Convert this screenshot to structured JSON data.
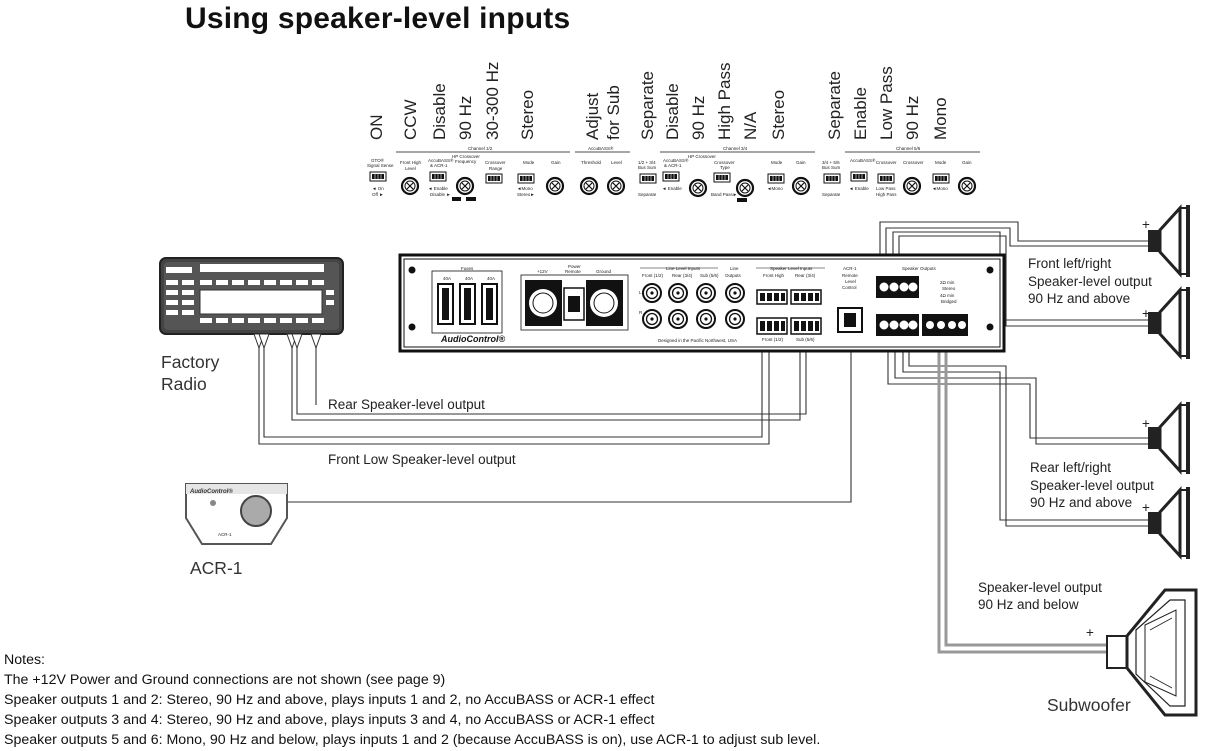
{
  "title": "Using speaker-level inputs",
  "settings": [
    "ON",
    "CCW",
    "Disable",
    "90 Hz",
    "30-300 Hz",
    "Stereo",
    "Adjust",
    "for Sub",
    "Separate",
    "Disable",
    "90 Hz",
    "High Pass",
    "N/A",
    "Stereo",
    "Separate",
    "Enable",
    "Low Pass",
    "90 Hz",
    "Mono"
  ],
  "panel": {
    "channel12": "Channel 1/2",
    "accubass": "AccuBASS®",
    "channel34": "Channel 3/4",
    "channel56": "Channel 5/6",
    "gto": "GTO®",
    "signal_sense": "Signal Sense",
    "on": "◄ On",
    "off": "Off ►",
    "front_high_level": "Front High",
    "level": "Level",
    "accubass_acr": "AccuBASS®",
    "acr1": "& ACR-1",
    "enable_disable": "◄ Enable",
    "disable": "Disable ►",
    "hp_cross": "HP Crossover",
    "frequency": "Frequency",
    "crossover": "Crossover",
    "range": "Range",
    "mode": "Mode",
    "gain": "Gain",
    "mono_stereo": "◄Mono",
    "stereo": "Stereo►",
    "threshold": "Threshold",
    "sum": "1/2 + 3/4",
    "bus_sum": "Bus Sum",
    "sum56": "3/4 + 5/6",
    "separate": "Separate",
    "high_pass": "High Pass",
    "cross_type": "Crossover",
    "type": "Type",
    "low_pass": "Low Pass",
    "band_pass": "Band Pass►"
  },
  "amp": {
    "fuses": "Fuses",
    "fuse1": "40A",
    "fuse2": "40A",
    "fuse3": "40A",
    "plus12": "+12V",
    "power": "Power",
    "remote": "Remote",
    "ground": "Ground",
    "line_inputs": "Line Level Inputs",
    "front12": "Front (1/2)",
    "rear34": "Rear (3/4)",
    "sub56": "Sub (5/6)",
    "line": "Line",
    "outputs": "Outputs",
    "speaker_inputs": "Speaker Level Inputs",
    "front_high": "Front High",
    "rear34b": "Rear (3/4)",
    "front_low": "Front (1/2)",
    "sub56b": "Sub (5/6)",
    "acr": "ACR-1",
    "remote_level": "Remote",
    "level2": "Level",
    "control": "Control",
    "speaker_outputs": "Speaker Outputs",
    "bridged_mode": "2Ω min",
    "stereo_lbl": "Stereo",
    "bridged": "4Ω min",
    "bridged2": "Bridged",
    "brand": "AudioControl®",
    "designed": "Designed in the Pacific Northwest, USA",
    "L": "L",
    "R": "R"
  },
  "labels": {
    "factory_radio_1": "Factory",
    "factory_radio_2": "Radio",
    "rear_output": "Rear Speaker-level output",
    "front_low_output": "Front Low Speaker-level output",
    "acr": "ACR-1",
    "acr_brand": "AudioControl®",
    "acr_model": "ACR-1",
    "front_lr_1": "Front left/right",
    "front_lr_2": "Speaker-level output",
    "front_lr_3": "90 Hz and above",
    "rear_lr_1": "Rear left/right",
    "rear_lr_2": "Speaker-level output",
    "rear_lr_3": "90 Hz and above",
    "sub_out_1": "Speaker-level output",
    "sub_out_2": "90 Hz and below",
    "subwoofer": "Subwoofer",
    "plus": "+"
  },
  "notes": {
    "heading": "Notes:",
    "lines": [
      "The +12V Power and Ground connections are not shown (see page 9)",
      "Speaker outputs 1 and 2: Stereo, 90 Hz and above, plays inputs 1 and 2, no AccuBASS or ACR-1 effect",
      "Speaker outputs 3 and 4: Stereo, 90 Hz and above, plays inputs 3 and 4, no AccuBASS or ACR-1 effect",
      "Speaker outputs 5 and 6: Mono, 90 Hz and below, plays inputs 1 and 2 (because AccuBASS is on), use ACR-1 to adjust sub level."
    ]
  }
}
